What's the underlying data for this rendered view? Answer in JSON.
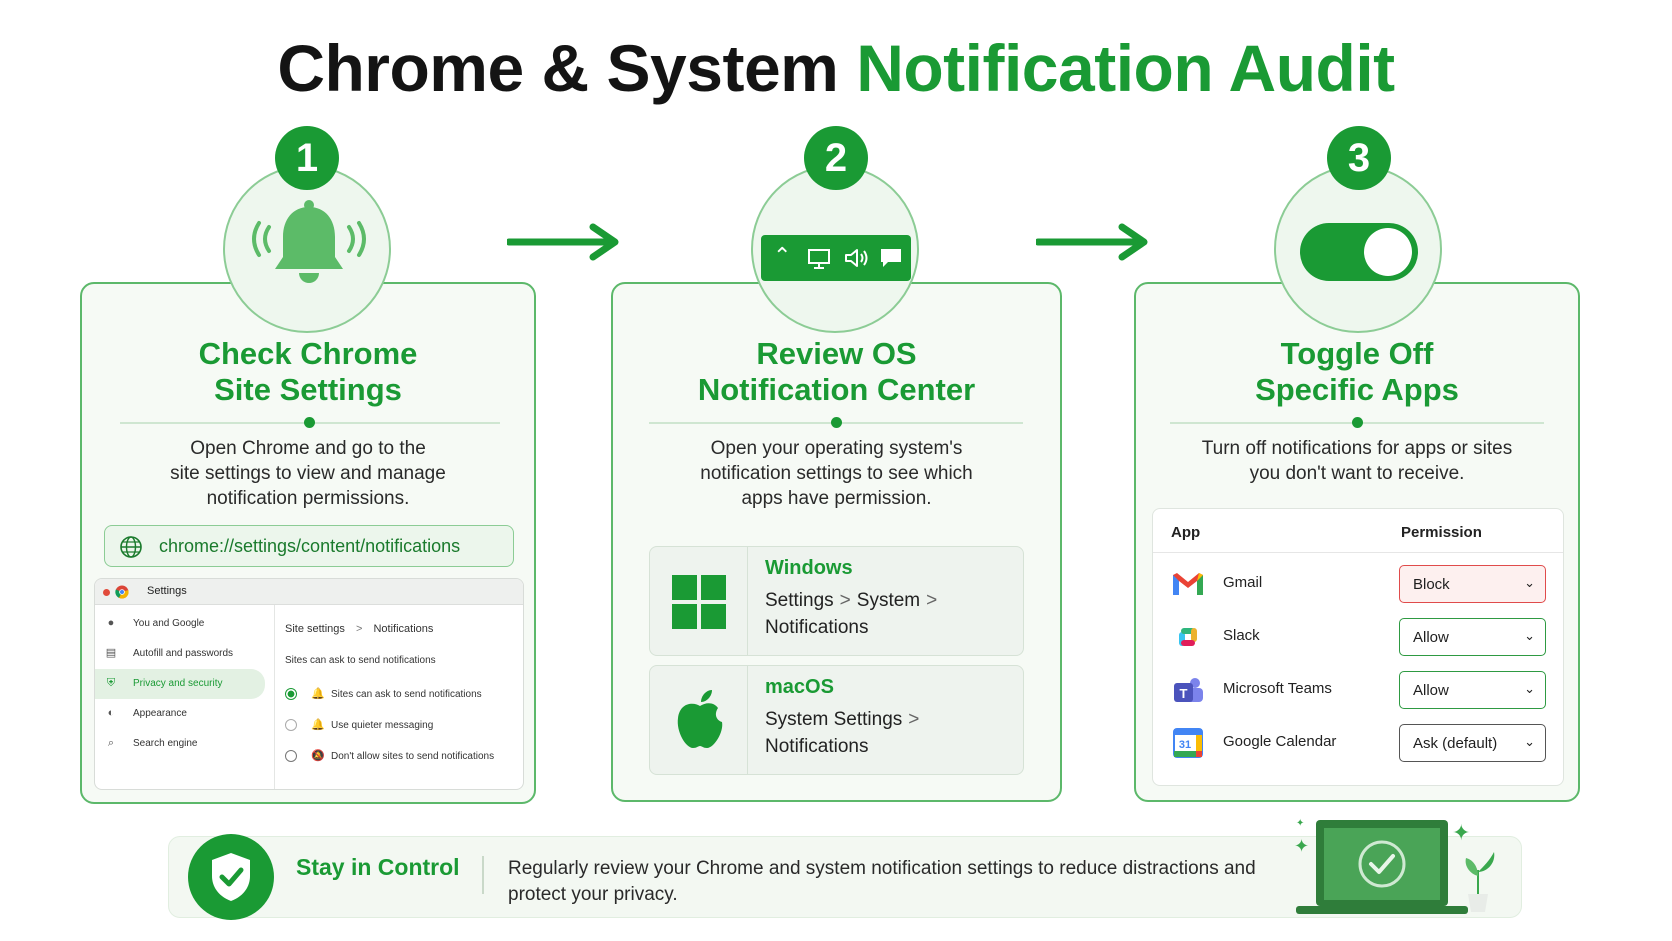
{
  "title": {
    "part1": "Chrome & System",
    "part2": "Notification Audit"
  },
  "steps": [
    {
      "number": "1",
      "title_line1": "Check Chrome",
      "title_line2": "Site Settings",
      "desc_line1": "Open Chrome and go to the",
      "desc_line2": "site settings to view and manage",
      "desc_line3": "notification permissions.",
      "url": "chrome://settings/content/notifications",
      "mini": {
        "header": "Settings",
        "sidebar": [
          "You and Google",
          "Autofill and passwords",
          "Privacy and security",
          "Appearance",
          "Search engine"
        ],
        "crumb_a": "Site settings",
        "crumb_sep": ">",
        "crumb_b": "Notifications",
        "subtitle": "Sites can ask to send notifications",
        "options": [
          "Sites can ask to send notifications",
          "Use quieter messaging",
          "Don't allow sites to send notifications"
        ]
      }
    },
    {
      "number": "2",
      "title_line1": "Review OS",
      "title_line2": "Notification Center",
      "desc_line1": "Open your operating system's",
      "desc_line2": "notification settings to see which",
      "desc_line3": "apps have permission.",
      "os": [
        {
          "name": "Windows",
          "path_a": "Settings",
          "path_b": "System",
          "path_c": "Notifications",
          "sep": ">"
        },
        {
          "name": "macOS",
          "path_a": "System Settings",
          "path_b": "Notifications",
          "sep": ">"
        }
      ]
    },
    {
      "number": "3",
      "title_line1": "Toggle Off",
      "title_line2": "Specific Apps",
      "desc_line1": "Turn off notifications for apps or sites",
      "desc_line2": "you don't want to receive.",
      "table": {
        "col_app": "App",
        "col_permission": "Permission",
        "rows": [
          {
            "app": "Gmail",
            "permission": "Block"
          },
          {
            "app": "Slack",
            "permission": "Allow"
          },
          {
            "app": "Microsoft Teams",
            "permission": "Allow"
          },
          {
            "app": "Google Calendar",
            "permission": "Ask (default)"
          }
        ]
      }
    }
  ],
  "banner": {
    "heading": "Stay in Control",
    "text": "Regularly review your Chrome and system notification settings to reduce distractions and protect your privacy."
  },
  "calendar_day": "31",
  "colors": {
    "accent": "#1a9a34",
    "block": "#e04b4b",
    "border": "#5cb86a"
  }
}
